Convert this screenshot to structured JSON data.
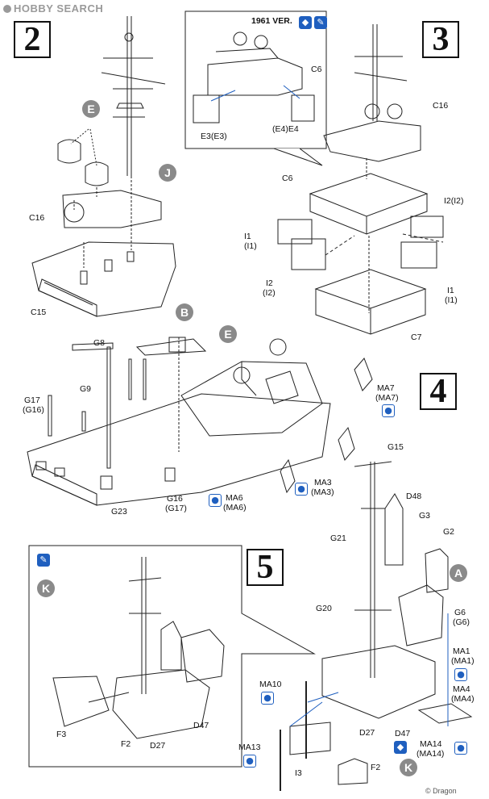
{
  "header": {
    "watermark": "HOBBY SEARCH"
  },
  "steps": [
    "2",
    "3",
    "4",
    "5"
  ],
  "inset": {
    "version": "1961 VER."
  },
  "markers": {
    "a": "A",
    "b": "B",
    "e": "E",
    "j": "J",
    "k": "K"
  },
  "labels": {
    "inset": {
      "c6": "C6",
      "e3": "E3(E3)",
      "e4": "(E4)E4"
    },
    "step2": {
      "c16": "C16",
      "c15": "C15"
    },
    "step3": {
      "c16": "C16",
      "c6": "C6",
      "i2_right": "I2(I2)",
      "i1_left": "I1",
      "i1_left_alt": "(I1)",
      "i2_left": "I2",
      "i2_left_alt": "(I2)",
      "i1_right": "I1",
      "i1_right_alt": "(I1)",
      "c7": "C7"
    },
    "step4": {
      "g8": "G8",
      "g9": "G9",
      "g17": "G17",
      "g16_alt": "(G16)",
      "g23": "G23",
      "g16": "G16",
      "g17_alt": "(G17)",
      "ma6": "MA6",
      "ma6_alt": "(MA6)",
      "ma3": "MA3",
      "ma3_alt": "(MA3)",
      "ma7": "MA7",
      "ma7_alt": "(MA7)"
    },
    "step5": {
      "g15": "G15",
      "d48": "D48",
      "g3": "G3",
      "g2": "G2",
      "g21": "G21",
      "g20": "G20",
      "g6": "G6",
      "g6_alt": "(G6)",
      "ma1": "MA1",
      "ma1_alt": "(MA1)",
      "ma4": "MA4",
      "ma4_alt": "(MA4)",
      "ma10": "MA10",
      "d27": "D27",
      "d47": "D47",
      "ma14": "MA14",
      "ma14_alt": "(MA14)",
      "ma13": "MA13",
      "i3": "I3",
      "f2": "F2"
    },
    "inset5": {
      "f3": "F3",
      "f2": "F2",
      "d27": "D27",
      "d47": "D47"
    }
  },
  "footer": {
    "copyright": "© Dragon"
  },
  "colors": {
    "accent": "#1f5fbf",
    "marker": "#8a8a8a"
  }
}
